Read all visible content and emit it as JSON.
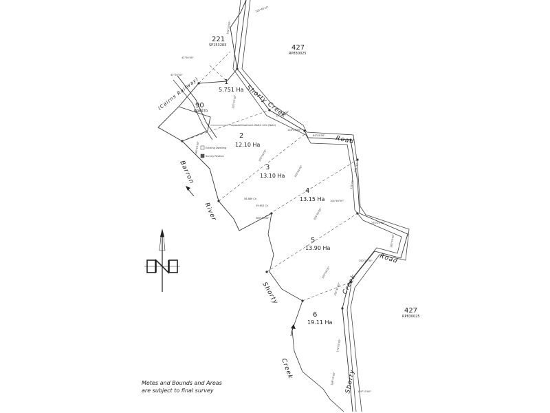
{
  "lots": [
    {
      "number": "1",
      "area": "5.751 Ha"
    },
    {
      "number": "2",
      "area": "12.10 Ha"
    },
    {
      "number": "3",
      "area": "13.10 Ha"
    },
    {
      "number": "4",
      "area": "13.15 Ha"
    },
    {
      "number": "5",
      "area": "13.90 Ha"
    },
    {
      "number": "6",
      "area": "19.11 Ha"
    }
  ],
  "parcels": [
    {
      "number": "221",
      "plan": "SP153283"
    },
    {
      "number": "427",
      "plan": "RP830025"
    },
    {
      "number": "427",
      "plan": "RP830025"
    },
    {
      "number": "90",
      "plan": "NR6070"
    }
  ],
  "features": {
    "railway": "(Cairns Railway)",
    "road_shorty_creek": "Shorty Creek",
    "road_label_1": "Road",
    "road_label_2": "Road",
    "road_creek_lower": "Creek",
    "road_shorty_lower": "Shorty",
    "river_barron": "Barron",
    "river_river": "River",
    "creek_shorty": "Shorty",
    "creek_creek": "Creek"
  },
  "legend": {
    "easement": "Proposed Easement Width 10m (Note)",
    "existing_dwelling": "Existing Dwelling",
    "survey_pavilion": "Survey Pavilion"
  },
  "note": {
    "line1": "Metes and Bounds and Areas",
    "line2": "are subject to final survey"
  },
  "icons": {
    "north_arrow": "north-arrow-icon",
    "flow_arrow": "flow-arrow-icon"
  }
}
